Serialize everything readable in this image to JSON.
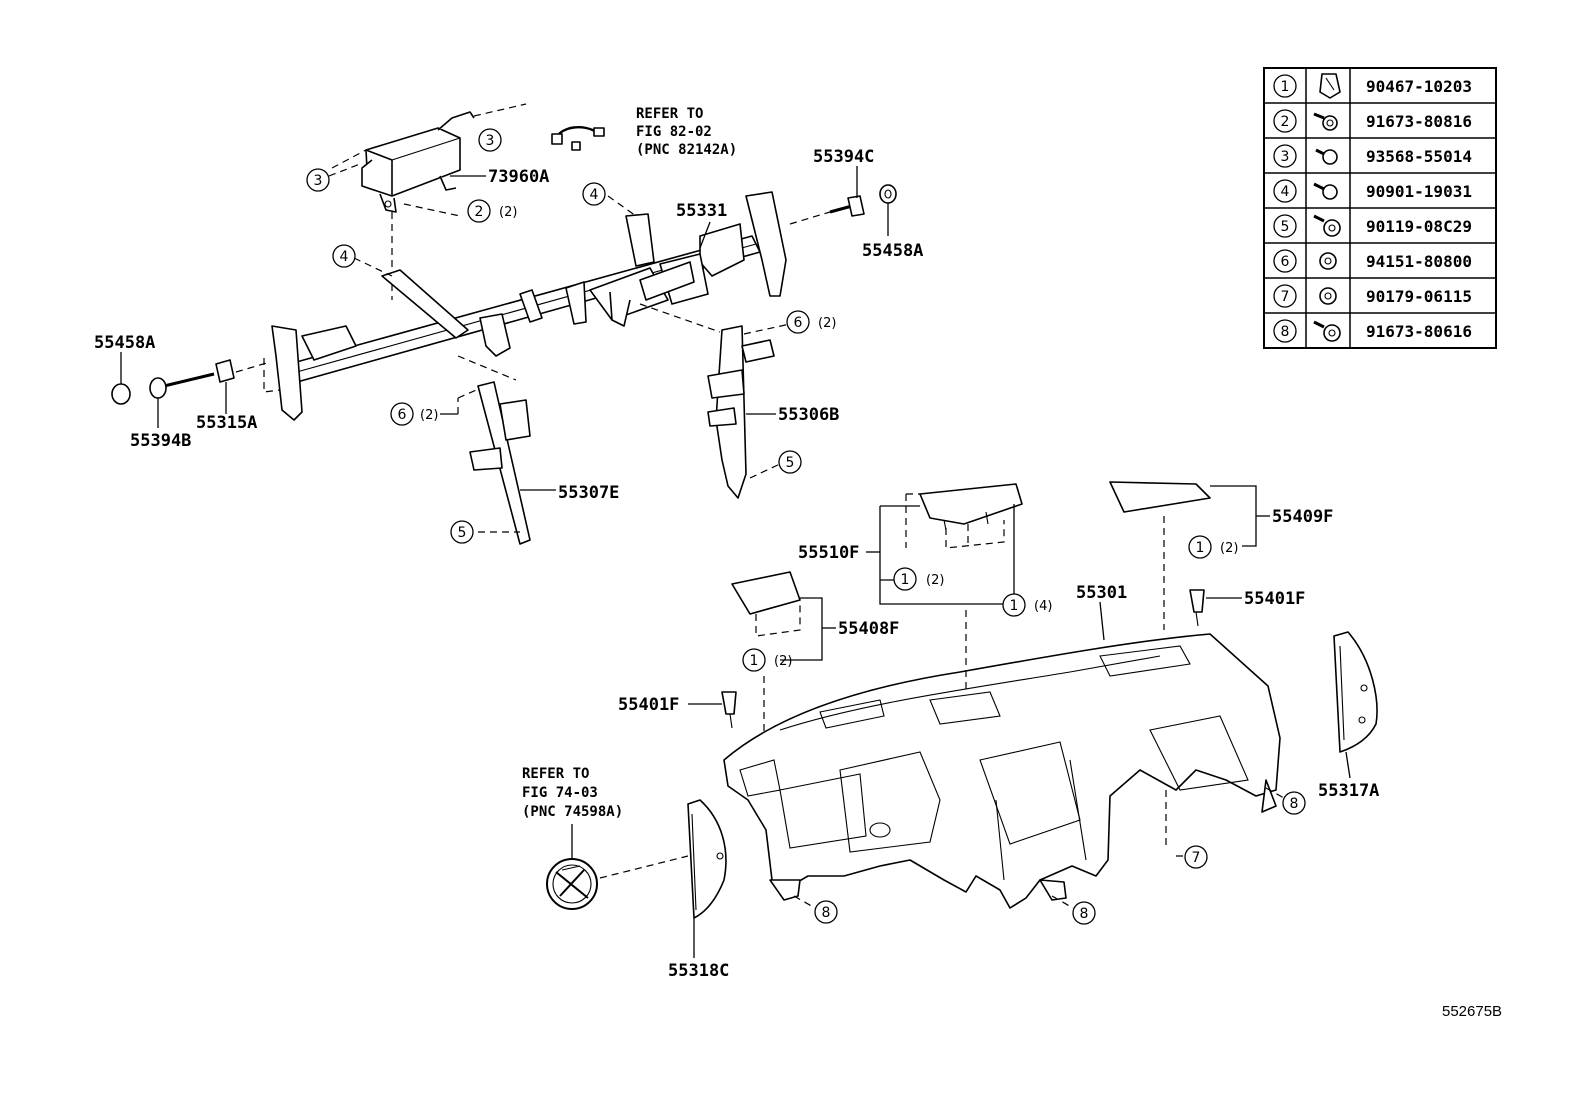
{
  "parts": {
    "p73960A": "73960A",
    "p55394C": "55394C",
    "p55331": "55331",
    "p55458A_r": "55458A",
    "p55458A_l": "55458A",
    "p55394B": "55394B",
    "p55315A": "55315A",
    "p55306B": "55306B",
    "p55307E": "55307E",
    "p55510F": "55510F",
    "p55409F": "55409F",
    "p55301": "55301",
    "p55401F_r": "55401F",
    "p55408F": "55408F",
    "p55401F_l": "55401F",
    "p55317A": "55317A",
    "p55318C": "55318C"
  },
  "notes": {
    "refer1": [
      "REFER TO",
      "FIG 82-02",
      "(PNC 82142A)"
    ],
    "refer2": [
      "REFER TO",
      "FIG 74-03",
      "(PNC 74598A)"
    ]
  },
  "callouts": {
    "c_3a": "3",
    "c_3b": "3",
    "c_2a": "2",
    "q_2a": "(2)",
    "c_4a": "4",
    "c_4b": "4",
    "c_6a": "6",
    "q_6a": "(2)",
    "c_6b": "6",
    "q_6b": "(2)",
    "c_5a": "5",
    "c_5b": "5",
    "c_1a": "1",
    "q_1a": "(2)",
    "c_1b": "1",
    "q_1b": "(4)",
    "c_1c": "1",
    "q_1c": "(2)",
    "c_1d": "1",
    "q_1d": "(2)",
    "c_8a": "8",
    "c_8b": "8",
    "c_8c": "8",
    "c_7a": "7"
  },
  "fastener_table": [
    {
      "num": "1",
      "part": "90467-10203",
      "icon": "clip-icon"
    },
    {
      "num": "2",
      "part": "91673-80816",
      "icon": "bolt-washer-icon"
    },
    {
      "num": "3",
      "part": "93568-55014",
      "icon": "bolt-icon"
    },
    {
      "num": "4",
      "part": "90901-19031",
      "icon": "bolt-icon"
    },
    {
      "num": "5",
      "part": "90119-08C29",
      "icon": "bolt-washer-icon"
    },
    {
      "num": "6",
      "part": "94151-80800",
      "icon": "nut-icon"
    },
    {
      "num": "7",
      "part": "90179-06115",
      "icon": "nut-icon"
    },
    {
      "num": "8",
      "part": "91673-80616",
      "icon": "bolt-washer-icon"
    }
  ],
  "ref_code": "552675B"
}
